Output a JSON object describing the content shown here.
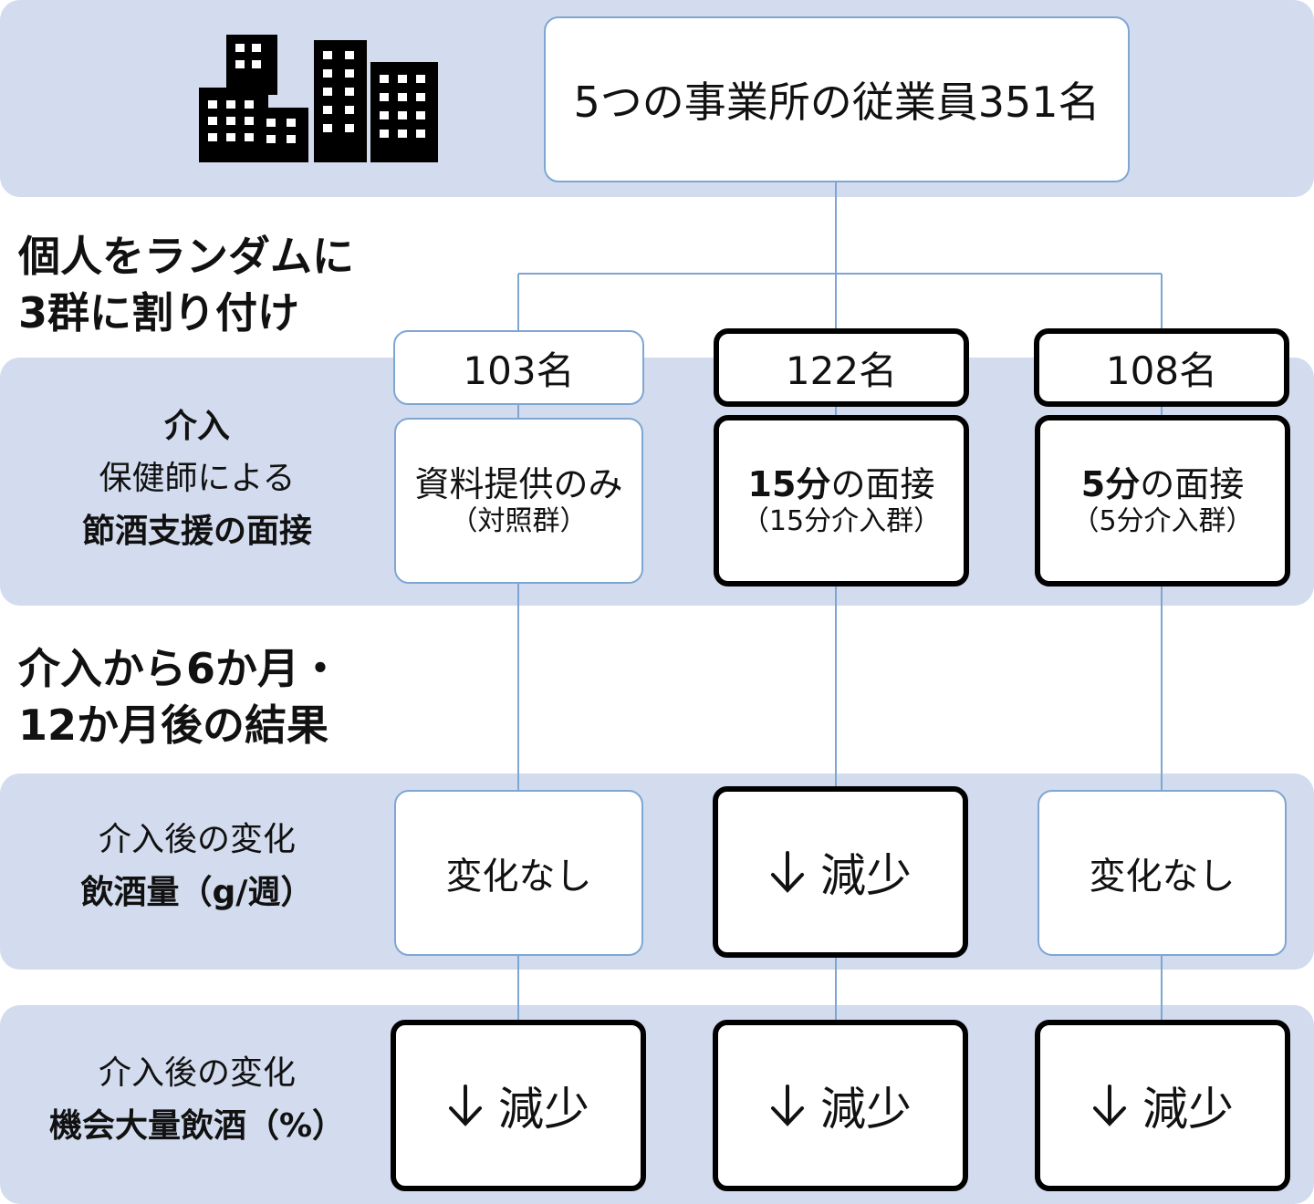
{
  "top": {
    "employees": "5つの事業所の従業員351名",
    "icon": "office-buildings-icon"
  },
  "randomize_heading": [
    "個人をランダムに",
    "3群に割り付け"
  ],
  "intervention_label": {
    "title": "介入",
    "line2": "保健師による",
    "line3": "節酒支援の面接"
  },
  "groups": [
    {
      "count": "103名",
      "main": "資料提供のみ",
      "sub": "（対照群）"
    },
    {
      "count": "122名",
      "main_bold": "15分",
      "main_rest": "の面接",
      "sub": "（15分介入群）"
    },
    {
      "count": "108名",
      "main_bold": "5分",
      "main_rest": "の面接",
      "sub": "（5分介入群）"
    }
  ],
  "results_heading": [
    "介入から6か月・",
    "12か月後の結果"
  ],
  "row1_label": {
    "line1": "介入後の変化",
    "line2": "飲酒量（g/週）"
  },
  "row2_label": {
    "line1": "介入後の変化",
    "line2": "機会大量飲酒（%）"
  },
  "results_row1": [
    "変化なし",
    "減少",
    "変化なし"
  ],
  "results_row2": [
    "減少",
    "減少",
    "減少"
  ],
  "colors": {
    "band": "#d3dcee",
    "line": "#7ea6d3",
    "thick_border": "#000000"
  }
}
